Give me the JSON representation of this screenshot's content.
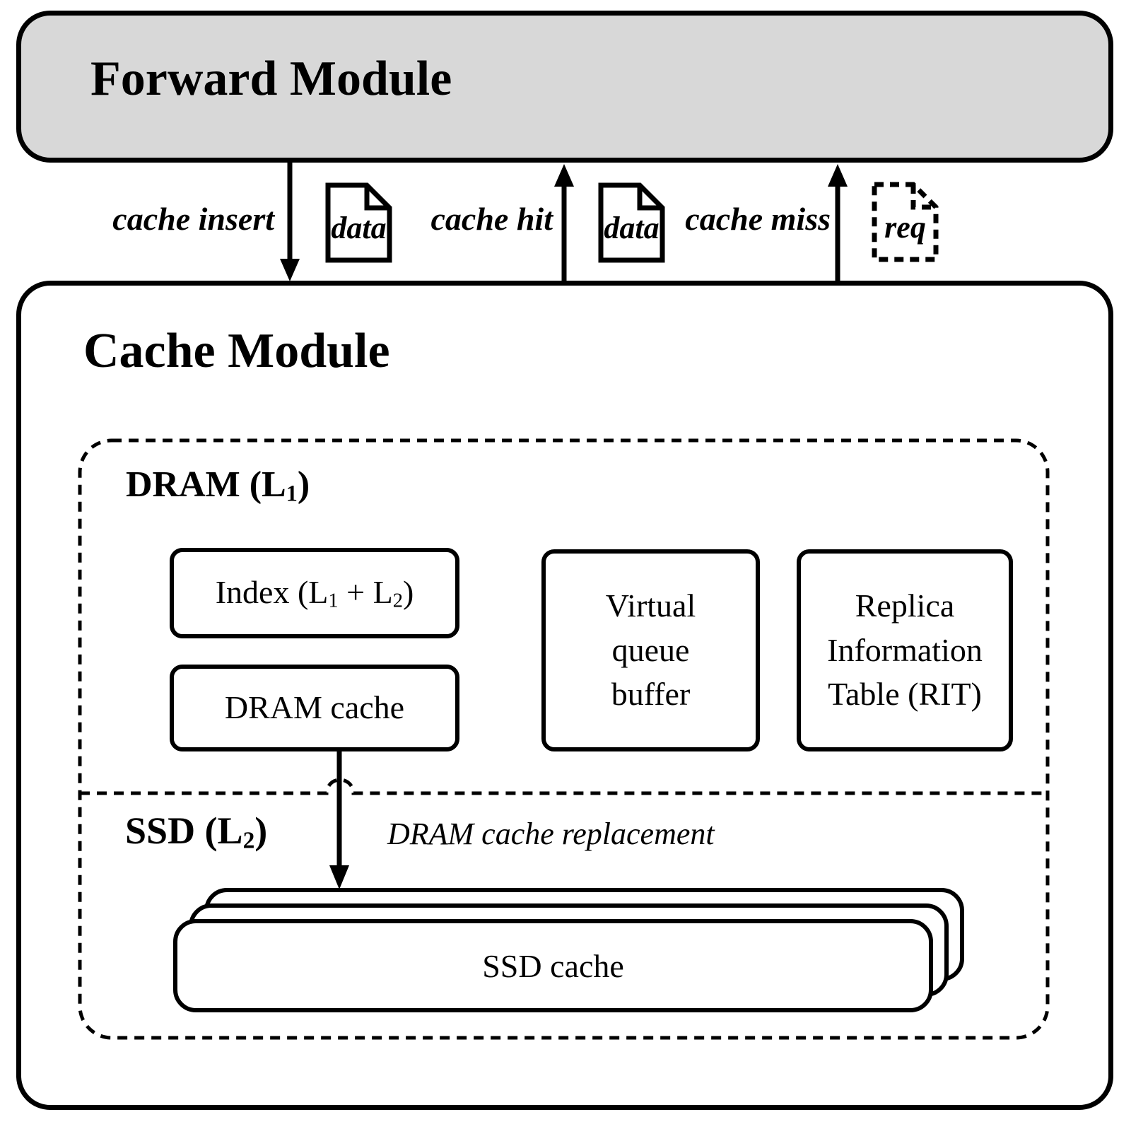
{
  "colors": {
    "forward_module_fill": "#d8d8d8",
    "line": "#000000",
    "background": "#ffffff"
  },
  "forward_module": {
    "title": "Forward Module"
  },
  "cache_module": {
    "title": "Cache Module"
  },
  "flow_labels": {
    "cache_insert": "cache insert",
    "cache_hit": "cache hit",
    "cache_miss": "cache miss",
    "data_insert": "data",
    "data_hit": "data",
    "req": "req"
  },
  "dram_section": {
    "heading": {
      "text": "DRAM (L",
      "subscript": "1",
      "suffix": ")"
    },
    "index_box": {
      "text": "Index (L",
      "sub1": "1",
      "mid": " + L",
      "sub2": "2",
      "suffix": ")"
    },
    "dram_cache_box": {
      "label": "DRAM cache"
    },
    "virtual_queue_box": {
      "line1": "Virtual",
      "line2": "queue",
      "line3": "buffer"
    },
    "rit_box": {
      "line1": "Replica",
      "line2": "Information",
      "line3": "Table (RIT)"
    }
  },
  "ssd_section": {
    "heading": {
      "text": "SSD (L",
      "subscript": "2",
      "suffix": ")"
    },
    "replacement_label": "DRAM cache replacement",
    "ssd_cache_box": {
      "label": "SSD cache"
    }
  }
}
